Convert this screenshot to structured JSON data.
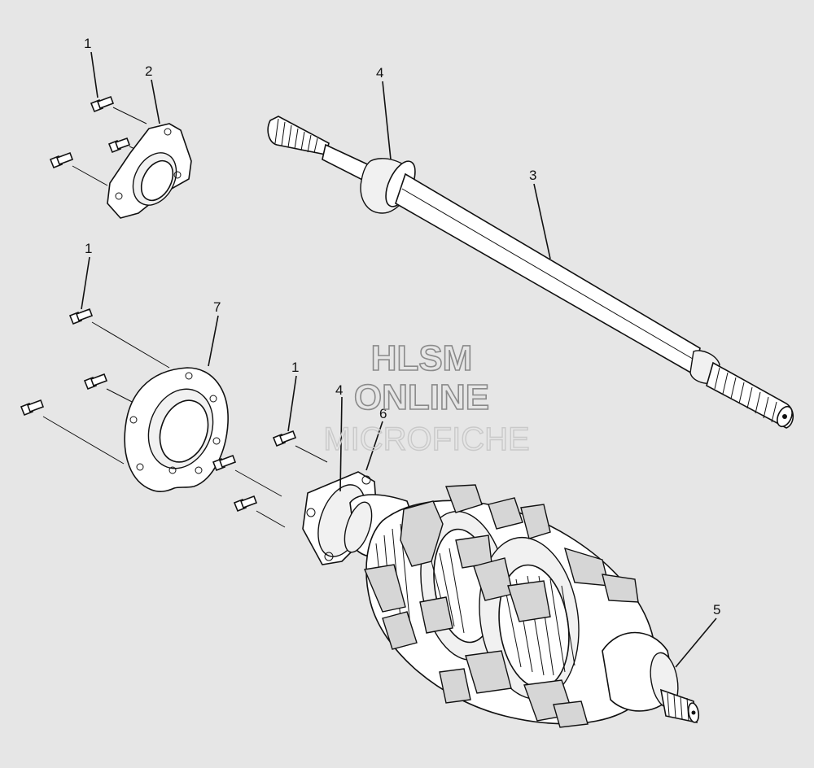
{
  "watermark": {
    "line1": "HLSM",
    "line2": "ONLINE",
    "line3": "MICROFICHE"
  },
  "callouts": {
    "c1_top": "1",
    "c2": "2",
    "c4_top": "4",
    "c3": "3",
    "c1_mid": "1",
    "c7": "7",
    "c1_center": "1",
    "c4_center": "4",
    "c6": "6",
    "c5": "5"
  },
  "colors": {
    "background": "#e6e6e6",
    "line": "#111111",
    "watermark": "#8a8a8a"
  }
}
